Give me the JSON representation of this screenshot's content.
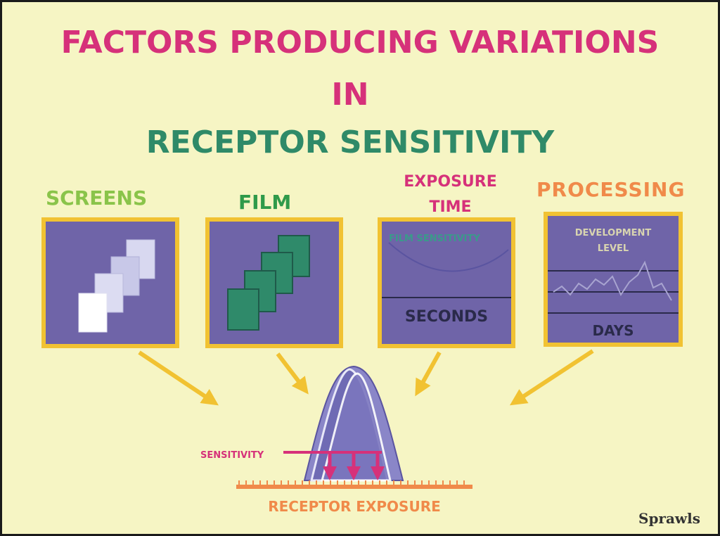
{
  "title": {
    "line1": "FACTORS  PRODUCING VARIATIONS",
    "line2": "IN",
    "line3": "RECEPTOR  SENSITIVITY"
  },
  "factors": [
    {
      "label": "SCREENS",
      "icon": "screens-stack-icon"
    },
    {
      "label": "FILM",
      "icon": "film-stack-icon"
    },
    {
      "label_line1": "EXPOSURE",
      "label_line2": "TIME",
      "graph_title": "FILM SENSITIVITY",
      "axis_label": "SECONDS"
    },
    {
      "label": "PROCESSING",
      "graph_title_line1": "DEVELOPMENT",
      "graph_title_line2": "LEVEL",
      "axis_label": "DAYS"
    }
  ],
  "bottom": {
    "sensitivity_label": "SENSITIVITY",
    "exposure_label": "RECEPTOR  EXPOSURE"
  },
  "signature": "Sprawls",
  "colors": {
    "background": "#f6f5c4",
    "title_pink": "#d6317a",
    "title_green": "#2f8a68",
    "panel": "#6f64a8",
    "panel_border": "#f1c232",
    "arrow": "#f1c232",
    "curve": "#7c77bf",
    "exposure_scale": "#f08a4a"
  }
}
